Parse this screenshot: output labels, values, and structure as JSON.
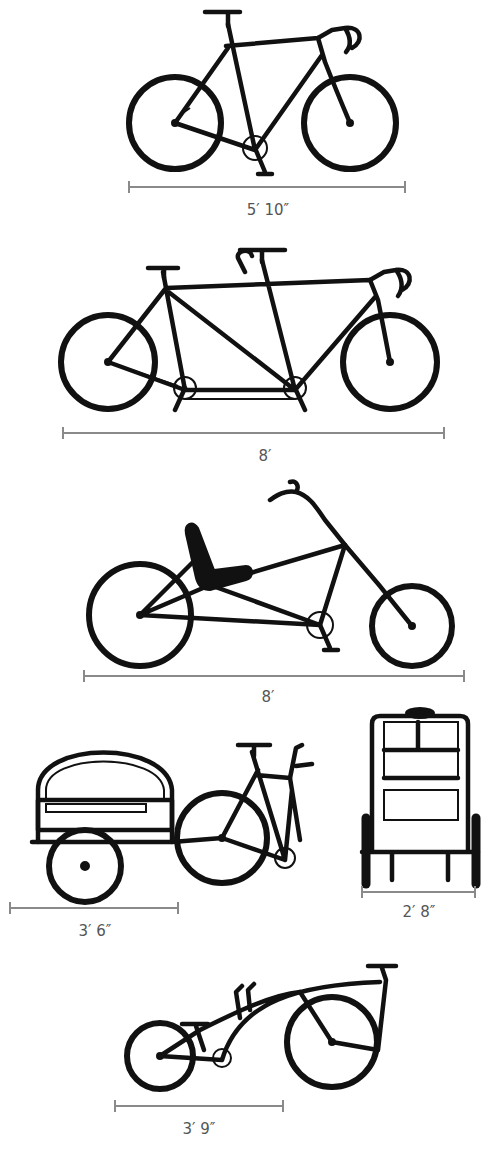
{
  "diagram": {
    "labels": [
      "5′ 10″",
      "8′",
      "8′",
      "3′ 6″",
      "2′ 8″",
      "3′ 9″"
    ]
  }
}
